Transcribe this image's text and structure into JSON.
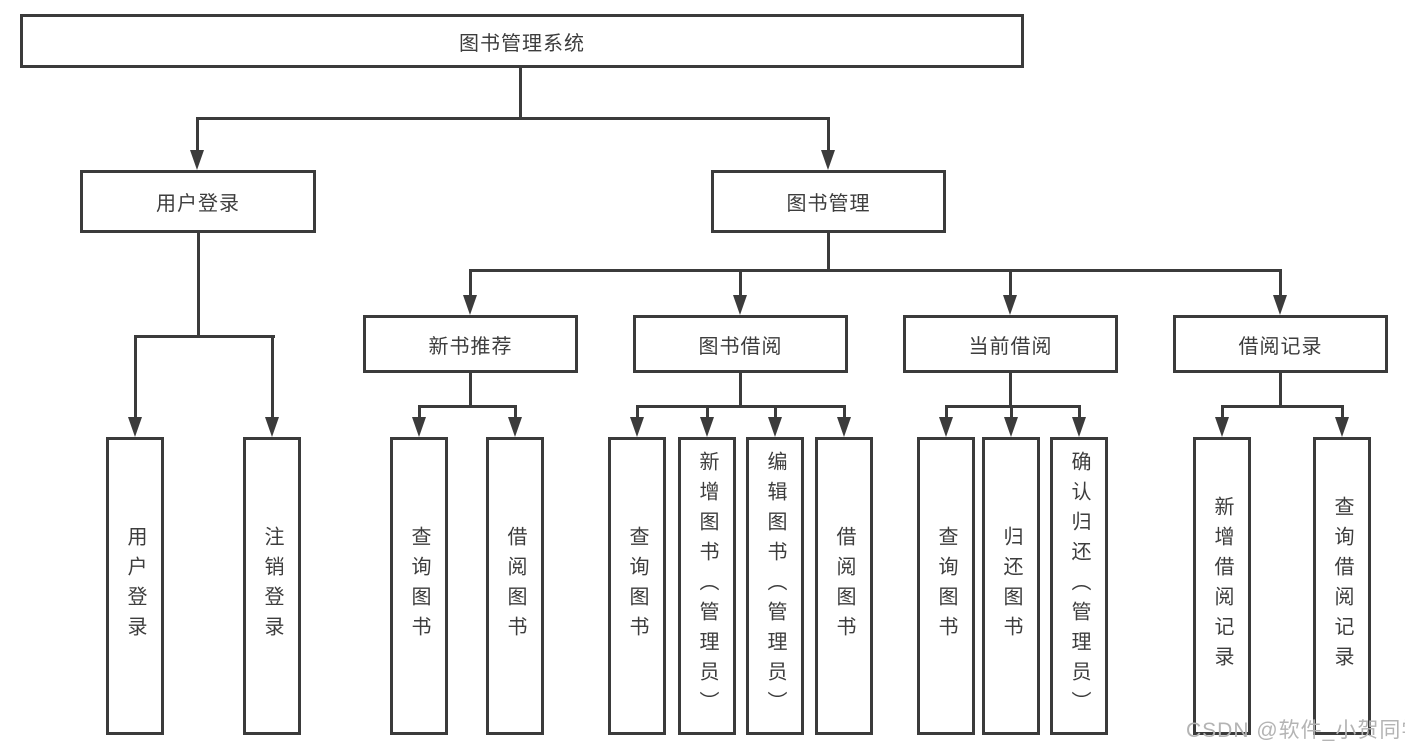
{
  "diagram": {
    "type": "hierarchy-tree",
    "tree": {
      "label": "图书管理系统",
      "children": [
        {
          "label": "用户登录",
          "children": [
            {
              "label": "用户登录"
            },
            {
              "label": "注销登录"
            }
          ]
        },
        {
          "label": "图书管理",
          "children": [
            {
              "label": "新书推荐",
              "children": [
                {
                  "label": "查询图书"
                },
                {
                  "label": "借阅图书"
                }
              ]
            },
            {
              "label": "图书借阅",
              "children": [
                {
                  "label": "查询图书"
                },
                {
                  "label": "新增图书（管理员）"
                },
                {
                  "label": "编辑图书（管理员）"
                },
                {
                  "label": "借阅图书"
                }
              ]
            },
            {
              "label": "当前借阅",
              "children": [
                {
                  "label": "查询图书"
                },
                {
                  "label": "归还图书"
                },
                {
                  "label": "确认归还（管理员）"
                }
              ]
            },
            {
              "label": "借阅记录",
              "children": [
                {
                  "label": "新增借阅记录"
                },
                {
                  "label": "查询借阅记录"
                }
              ]
            }
          ]
        }
      ]
    },
    "colors": {
      "line": "#3b3b3b",
      "box_border": "#3b3b3b",
      "text": "#3d3d3d",
      "background": "#ffffff",
      "watermark": "#b4b4b4"
    }
  },
  "watermark": {
    "text": "CSDN @软件_小贺同学"
  }
}
